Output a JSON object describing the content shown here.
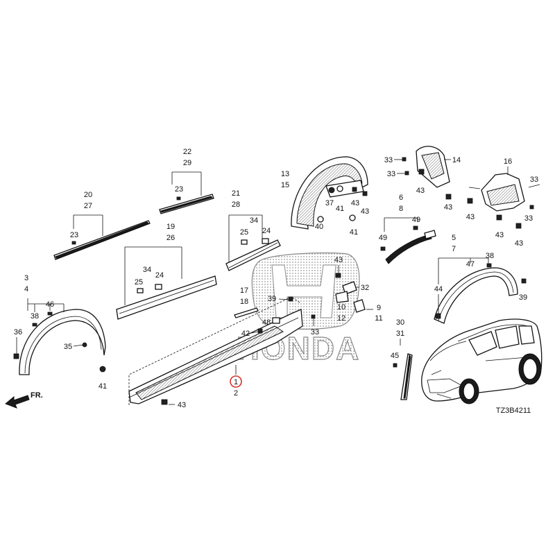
{
  "diagram": {
    "code": "TZ3B4211",
    "front_arrow": "FR.",
    "watermark": "HONDA",
    "highlight_color": "#d32f2f",
    "labels": {
      "l1": "1",
      "l2": "2",
      "l3": "3",
      "l4": "4",
      "l5": "5",
      "l7": "7",
      "l6": "6",
      "l8": "8",
      "l9": "9",
      "l10": "10",
      "l11": "11",
      "l12": "12",
      "l13": "13",
      "l15": "15",
      "l14": "14",
      "l16": "16",
      "l17": "17",
      "l18": "18",
      "l19": "19",
      "l26": "26",
      "l20": "20",
      "l27": "27",
      "l21": "21",
      "l28": "28",
      "l22": "22",
      "l29": "29",
      "l23a": "23",
      "l23b": "23",
      "l24a": "24",
      "l24b": "24",
      "l25a": "25",
      "l25b": "25",
      "l30": "30",
      "l31": "31",
      "l32": "32",
      "l33a": "33",
      "l33b": "33",
      "l33c": "33",
      "l33d": "33",
      "l34a": "34",
      "l34b": "34",
      "l35": "35",
      "l36": "36",
      "l37": "37",
      "l38a": "38",
      "l38b": "38",
      "l39a": "39",
      "l39b": "39",
      "l40": "40",
      "l41a": "41",
      "l41b": "41",
      "l41c": "41",
      "l42": "42",
      "l43a": "43",
      "l43b": "43",
      "l43c": "43",
      "l43d": "43",
      "l43e": "43",
      "l43f": "43",
      "l43g": "43",
      "l43h": "43",
      "l43i": "43",
      "l43j": "43",
      "l44": "44",
      "l45": "45",
      "l46": "46",
      "l47": "47",
      "l48": "48",
      "l49a": "49",
      "l49b": "49"
    }
  }
}
